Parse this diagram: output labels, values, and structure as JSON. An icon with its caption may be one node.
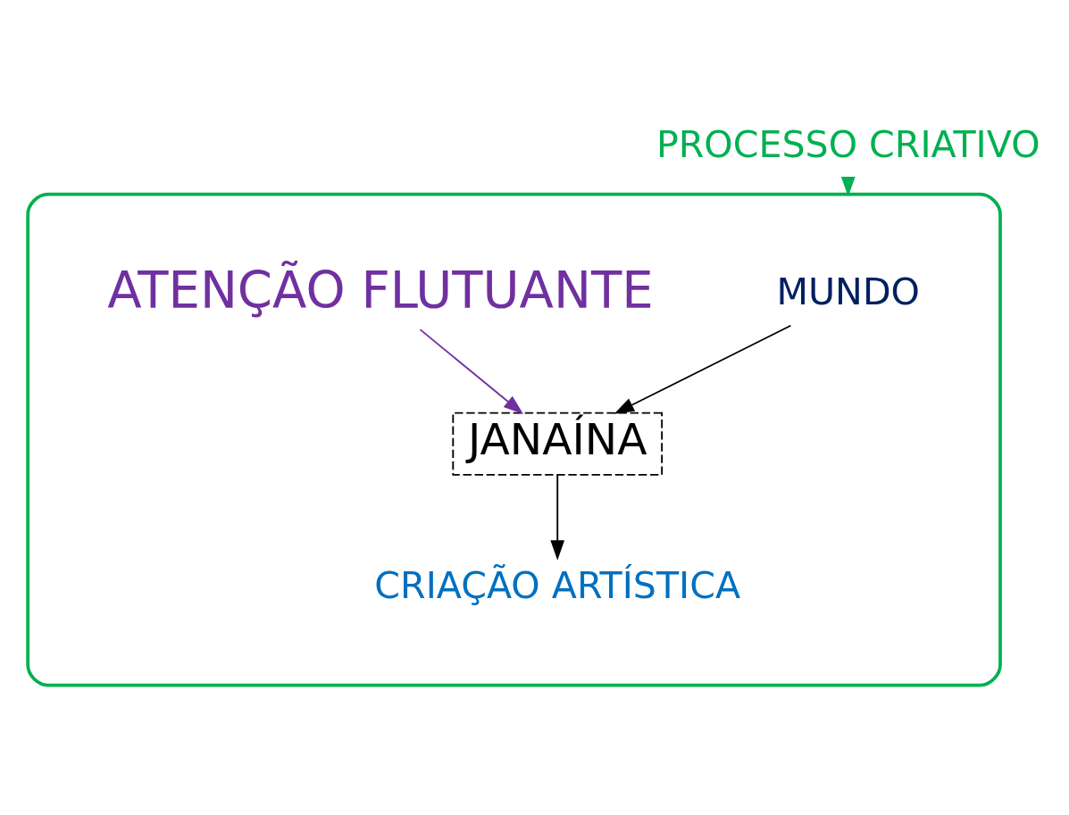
{
  "diagram": {
    "nodes": [
      {
        "text": [],
        "shape": "ellipse"
      },
      {
        "text": [
          "MUNDO"
        ],
        "in": 0
      },
      {
        "text": [
          "CRIAÇÃO ARTÍSTICA"
        ],
        "in": 0
      },
      {
        "text": [
          "JANAÍNA"
        ],
        "in": 0
      },
      {
        "text": [
          "ATENÇÃO FLUTUANTE"
        ],
        "in": 0
      },
      {
        "text": [
          "PROCESSO CRIATIVO"
        ]
      }
    ],
    "edges": [
      {
        "from": 1,
        "to": 3,
        "arrow": "to"
      },
      {
        "from": 3,
        "to": 2,
        "arrow": "to"
      },
      {
        "from": 4,
        "to": 3,
        "arrow": "to",
        "color": "#7030a0"
      },
      {
        "from": 5,
        "to": 0,
        "arrow": "to",
        "color": "#00b050"
      }
    ]
  }
}
